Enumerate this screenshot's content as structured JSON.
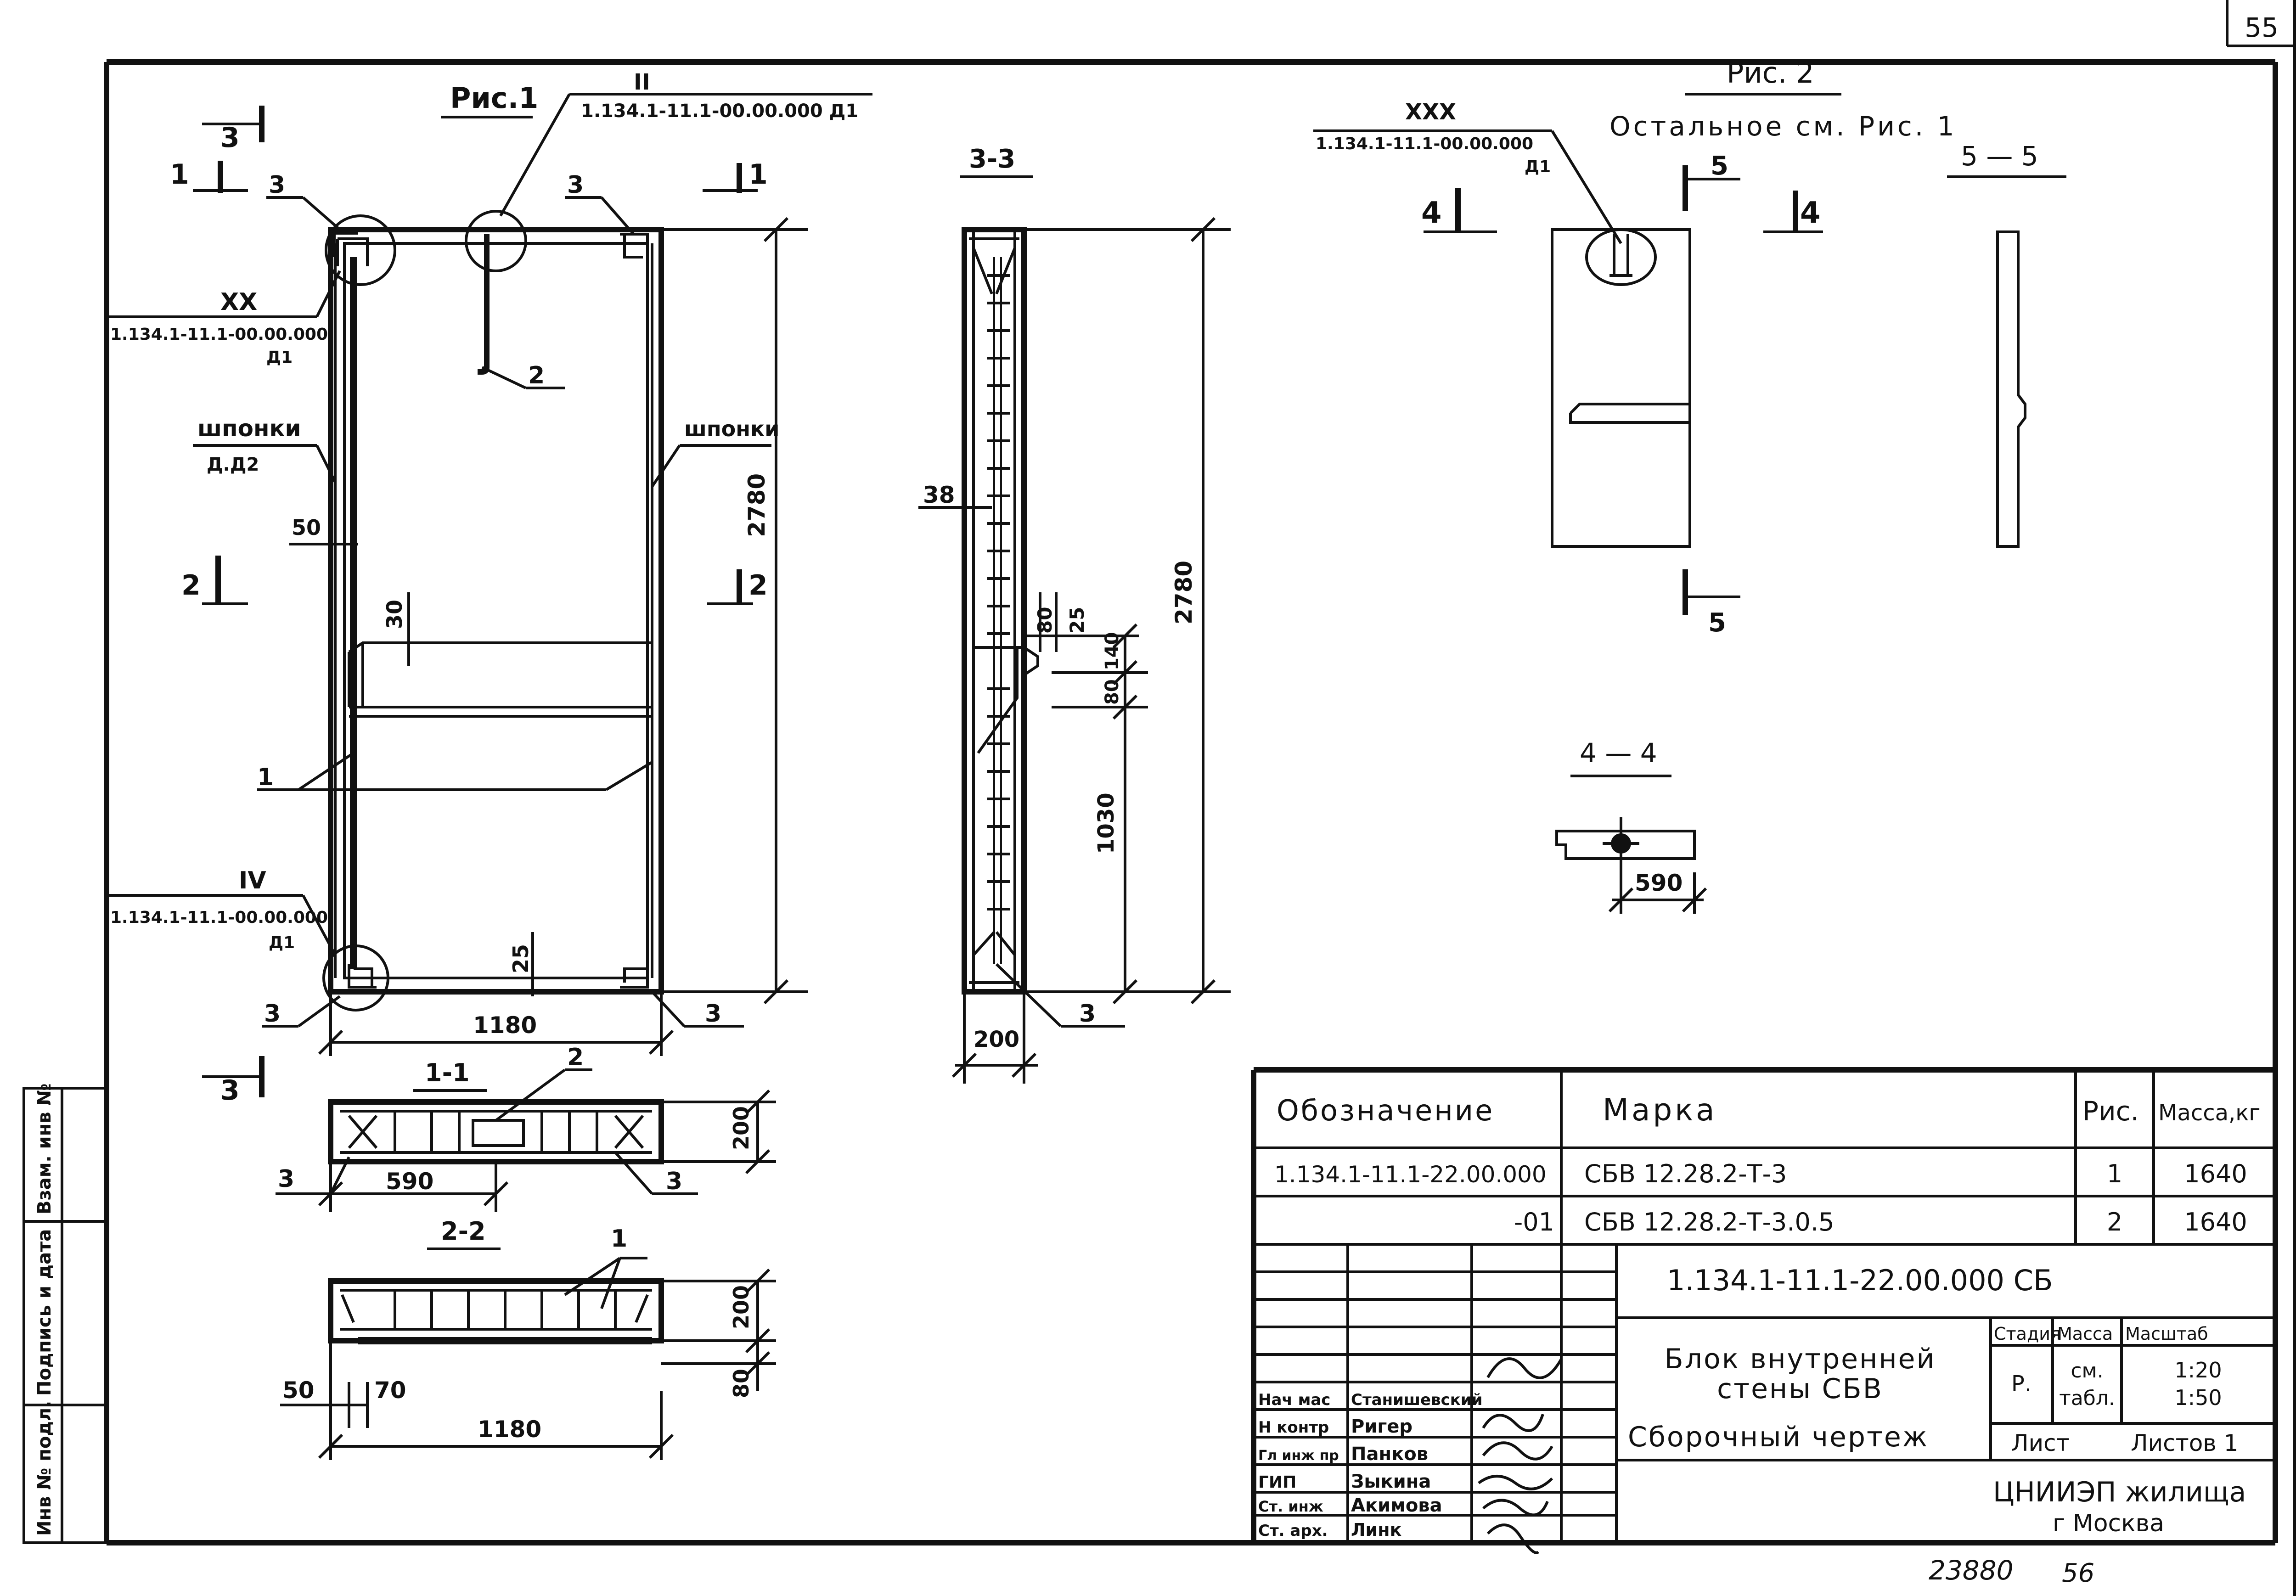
{
  "page_number": "55",
  "views": {
    "fig1": {
      "caption": "Рис.1",
      "callout_top_numeral": "II",
      "callout_top_code": "1.134.1-11.1-00.00.000 Д1",
      "callout_xx_numeral": "XX",
      "callout_xx_code": "1.134.1-11.1-00.00.000",
      "callout_xx_sheet": "Д1",
      "callout_iv_numeral": "IV",
      "callout_iv_code": "1.134.1-11.1-00.00.000",
      "callout_iv_sheet": "Д1",
      "keys_left": "шпонки",
      "keys_left_ref": "Д.Д2",
      "keys_right": "шпонки",
      "dim_50": "50",
      "dim_30": "30",
      "dim_25": "25",
      "dim_height": "2780",
      "dim_width": "1180",
      "item_1": "1",
      "item_2": "2",
      "item_3": "3"
    },
    "section_marks": {
      "s1": "1",
      "s2": "2",
      "s3": "3",
      "s4": "4",
      "s5": "5"
    },
    "sec_3_3": {
      "title": "3-3",
      "dim_38": "38",
      "dim_80a": "80",
      "dim_25": "25",
      "dim_140": "140",
      "dim_80b": "80",
      "dim_1030": "1030",
      "dim_2780": "2780",
      "dim_200": "200",
      "item_3": "3"
    },
    "sec_1_1": {
      "title": "1-1",
      "dim_590": "590",
      "dim_200": "200",
      "item_2": "2",
      "item_3": "3"
    },
    "sec_2_2": {
      "title": "2-2",
      "dim_50": "50",
      "dim_70": "70",
      "dim_1180": "1180",
      "dim_200": "200",
      "dim_80": "80",
      "item_1": "1"
    },
    "fig2": {
      "caption": "Рис. 2",
      "note": "Остальное см. Рис. 1",
      "callout_numeral": "XXX",
      "callout_code": "1.134.1-11.1-00.00.000",
      "callout_sheet": "Д1"
    },
    "sec_5_5": {
      "title": "5 — 5"
    },
    "sec_4_4": {
      "title": "4 — 4",
      "dim_590": "590"
    }
  },
  "spec_table": {
    "headers": [
      "Обозначение",
      "Марка",
      "Рис.",
      "Масса,кг"
    ],
    "rows": [
      [
        "1.134.1-11.1-22.00.000",
        "СБВ 12.28.2-Т-3",
        "1",
        "1640"
      ],
      [
        "-01",
        "СБВ 12.28.2-Т-3.0.5",
        "2",
        "1640"
      ]
    ]
  },
  "title_block": {
    "document_code": "1.134.1-11.1-22.00.000 СБ",
    "title_line1": "Блок внутренней",
    "title_line2": "стены СБВ",
    "subtitle": "Сборочный чертеж",
    "stage_header": "Стадия",
    "mass_header": "Масса",
    "scale_header": "Масштаб",
    "stage_value": "Р.",
    "mass_value_1": "см.",
    "mass_value_2": "табл.",
    "scale_value_1": "1:20",
    "scale_value_2": "1:50",
    "sheet_label": "Лист",
    "sheets_label": "Листов 1",
    "organization": "ЦНИИЭП жилища",
    "city": "г Москва",
    "signatures": [
      {
        "role": "Нач мас",
        "name": "Станишевский"
      },
      {
        "role": "Н контр",
        "name": "Ригер"
      },
      {
        "role": "Гл инж пр",
        "name": "Панков"
      },
      {
        "role": "ГИП",
        "name": "Зыкина"
      },
      {
        "role": "Ст. инж",
        "name": "Акимова"
      },
      {
        "role": "Ст. арх.",
        "name": "Линк"
      }
    ]
  },
  "side_stamp": {
    "cells": [
      "Инв № подл.",
      "Подпись и дата",
      "Взам. инв №"
    ]
  },
  "footer": {
    "archive_number": "23880",
    "page_sub": "56"
  }
}
